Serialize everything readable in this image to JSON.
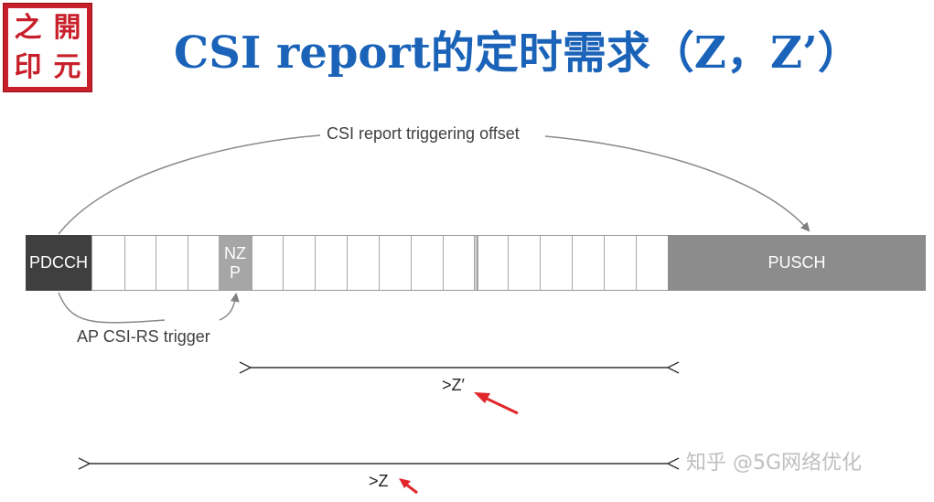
{
  "logo": {
    "chars": [
      "之",
      "開",
      "印",
      "元"
    ]
  },
  "title": "CSI report的定时需求（Z，Z’）",
  "labels": {
    "offset": "CSI report triggering offset",
    "trigger": "AP CSI-RS trigger",
    "pdcch": "PDCCH",
    "nzp": "NZ\nP",
    "pusch": "PUSCH",
    "z_prime": ">Z′",
    "z": ">Z"
  },
  "watermark": "知乎 @5G网络优化",
  "colors": {
    "title": "#1b63b8",
    "pdcch": "#3f3f3f",
    "nzp": "#a6a6a6",
    "pusch": "#8c8c8c",
    "arrow_red": "#e0262b",
    "logo": "#c8202a"
  }
}
